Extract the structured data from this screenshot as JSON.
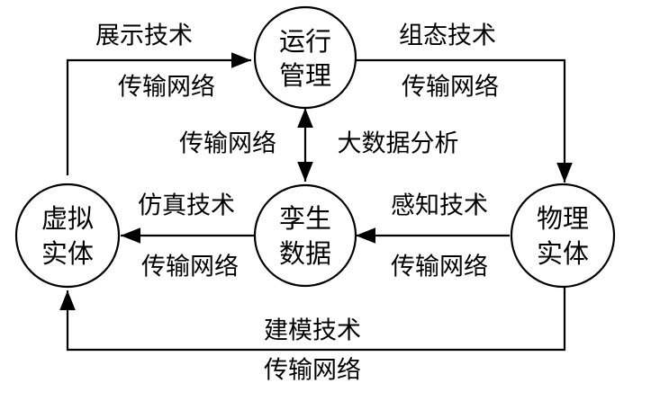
{
  "diagram": {
    "nodes": {
      "ops": {
        "line1": "运行",
        "line2": "管理"
      },
      "physical": {
        "line1": "物理",
        "line2": "实体"
      },
      "twin": {
        "line1": "孪生",
        "line2": "数据"
      },
      "virtual": {
        "line1": "虚拟",
        "line2": "实体"
      }
    },
    "edges": {
      "virtual_to_ops": {
        "label1": "展示技术",
        "label2": "传输网络"
      },
      "ops_to_physical": {
        "label1": "组态技术",
        "label2": "传输网络"
      },
      "ops_twin": {
        "label1": "传输网络",
        "label2": "大数据分析"
      },
      "physical_to_twin": {
        "label1": "感知技术",
        "label2": "传输网络"
      },
      "twin_to_virtual": {
        "label1": "仿真技术",
        "label2": "传输网络"
      },
      "physical_to_virtual": {
        "label1": "建模技术",
        "label2": "传输网络"
      }
    }
  }
}
